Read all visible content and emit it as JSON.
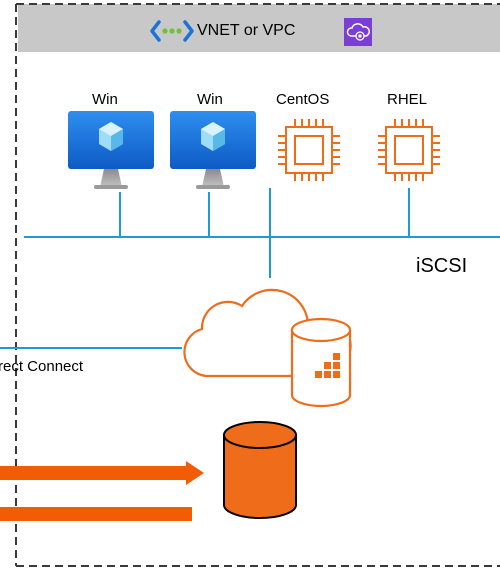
{
  "header": {
    "title": "VNET or VPC",
    "icons": [
      "virtual-network-icon",
      "vpc-cloud-icon"
    ]
  },
  "machines": [
    {
      "label": "Win",
      "icon": "azure-vm-icon"
    },
    {
      "label": "Win",
      "icon": "azure-vm-icon"
    },
    {
      "label": "CentOS",
      "icon": "aws-instance-icon"
    },
    {
      "label": "RHEL",
      "icon": "aws-instance-icon"
    }
  ],
  "network": {
    "protocol_label": "iSCSI"
  },
  "connection": {
    "label": "rect Connect"
  },
  "colors": {
    "border": "#3a3a3a",
    "header_bg": "#c8c8c8",
    "network_line": "#1e9bd7",
    "azure_blue": "#1a73d8",
    "aws_orange": "#ef6c1a",
    "arrow_orange": "#f25c05",
    "purple_icon": "#7a3dd6"
  }
}
